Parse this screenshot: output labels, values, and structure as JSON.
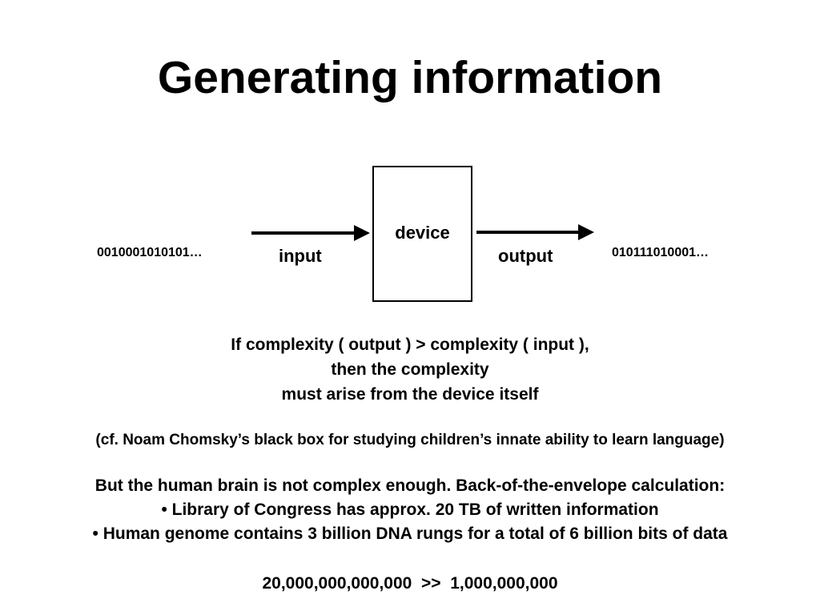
{
  "title": "Generating information",
  "diagram": {
    "device_label": "device",
    "input_label": "input",
    "output_label": "output",
    "input_bits": "0010001010101…",
    "output_bits": "010111010001…"
  },
  "premise": {
    "line1": "If complexity ( output ) > complexity ( input ),",
    "line2": "then the complexity",
    "line3": "must arise from the device itself"
  },
  "note": "(cf. Noam Chomsky’s black box for studying children’s innate ability to learn language)",
  "argument": {
    "line1": "But the human brain is not complex enough.  Back-of-the-envelope calculation:",
    "line2": "• Library of Congress has approx. 20 TB of written information",
    "line3": "• Human genome contains 3 billion DNA rungs for a total of 6 billion bits of data"
  },
  "comparison": "20,000,000,000,000  >>  1,000,000,000"
}
